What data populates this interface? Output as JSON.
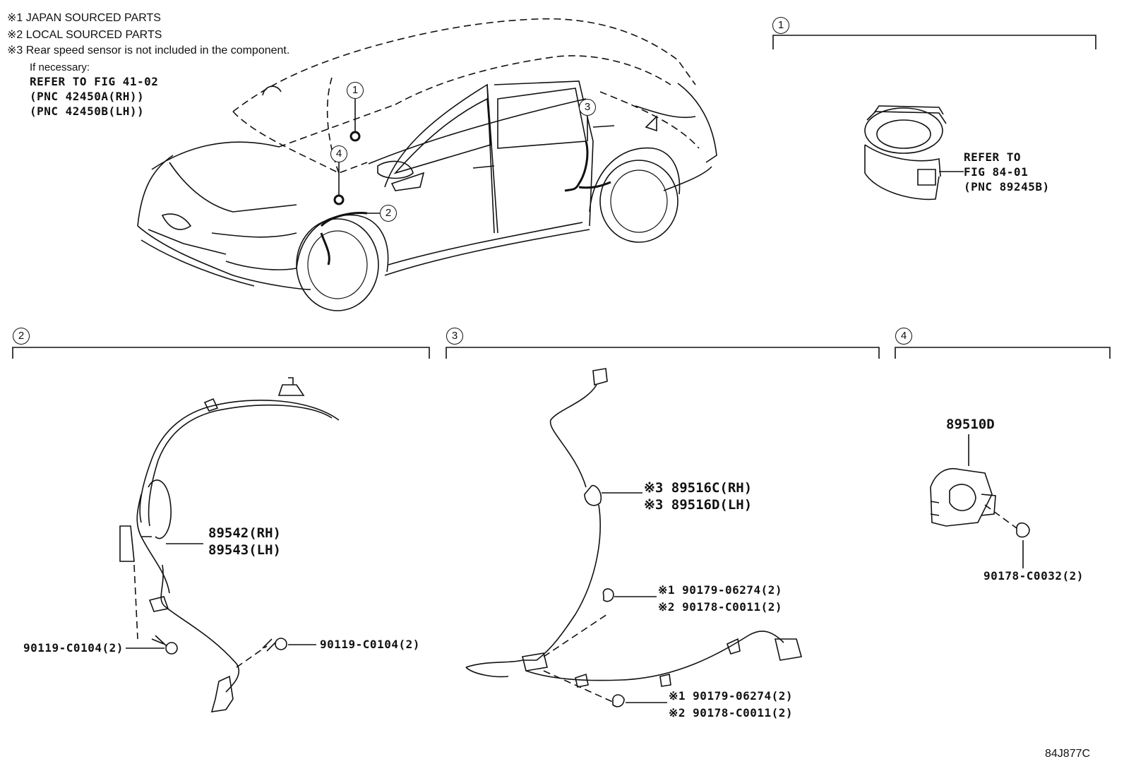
{
  "notes": {
    "note1": "※1 JAPAN SOURCED PARTS",
    "note2": "※2 LOCAL SOURCED PARTS",
    "note3": "※3 Rear speed sensor is not included in the component.",
    "if_necessary": "If necessary:",
    "refer_line1": "REFER TO FIG 41-02",
    "refer_line2": "(PNC 42450A(RH))",
    "refer_line3": "(PNC 42450B(LH))"
  },
  "callouts": {
    "c1": "1",
    "c2": "2",
    "c3": "3",
    "c4": "4"
  },
  "section1": {
    "label": "1",
    "refer_l1": "REFER TO",
    "refer_l2": "FIG 84-01",
    "refer_l3": "(PNC 89245B)"
  },
  "section2": {
    "label": "2",
    "part_rh": "89542(RH)",
    "part_lh": "89543(LH)",
    "bolt_left": "90119-C0104(2)",
    "bolt_right": "90119-C0104(2)"
  },
  "section3": {
    "label": "3",
    "sensor_rh": "※3 89516C(RH)",
    "sensor_lh": "※3 89516D(LH)",
    "clip_a1": "※1 90179-06274(2)",
    "clip_a2": "※2 90178-C0011(2)",
    "clip_b1": "※1 90179-06274(2)",
    "clip_b2": "※2 90178-C0011(2)"
  },
  "section4": {
    "label": "4",
    "part": "89510D",
    "nut": "90178-C0032(2)"
  },
  "figure_code": "84J877C",
  "icons": {
    "car": "sedan-outline-illustration",
    "spiral_cable": "spiral-cable-clock-spring-illustration",
    "front_sensor": "front-speed-sensor-harness-illustration",
    "rear_harness": "rear-speed-sensor-harness-illustration",
    "yaw_sensor": "yaw-rate-sensor-illustration"
  }
}
